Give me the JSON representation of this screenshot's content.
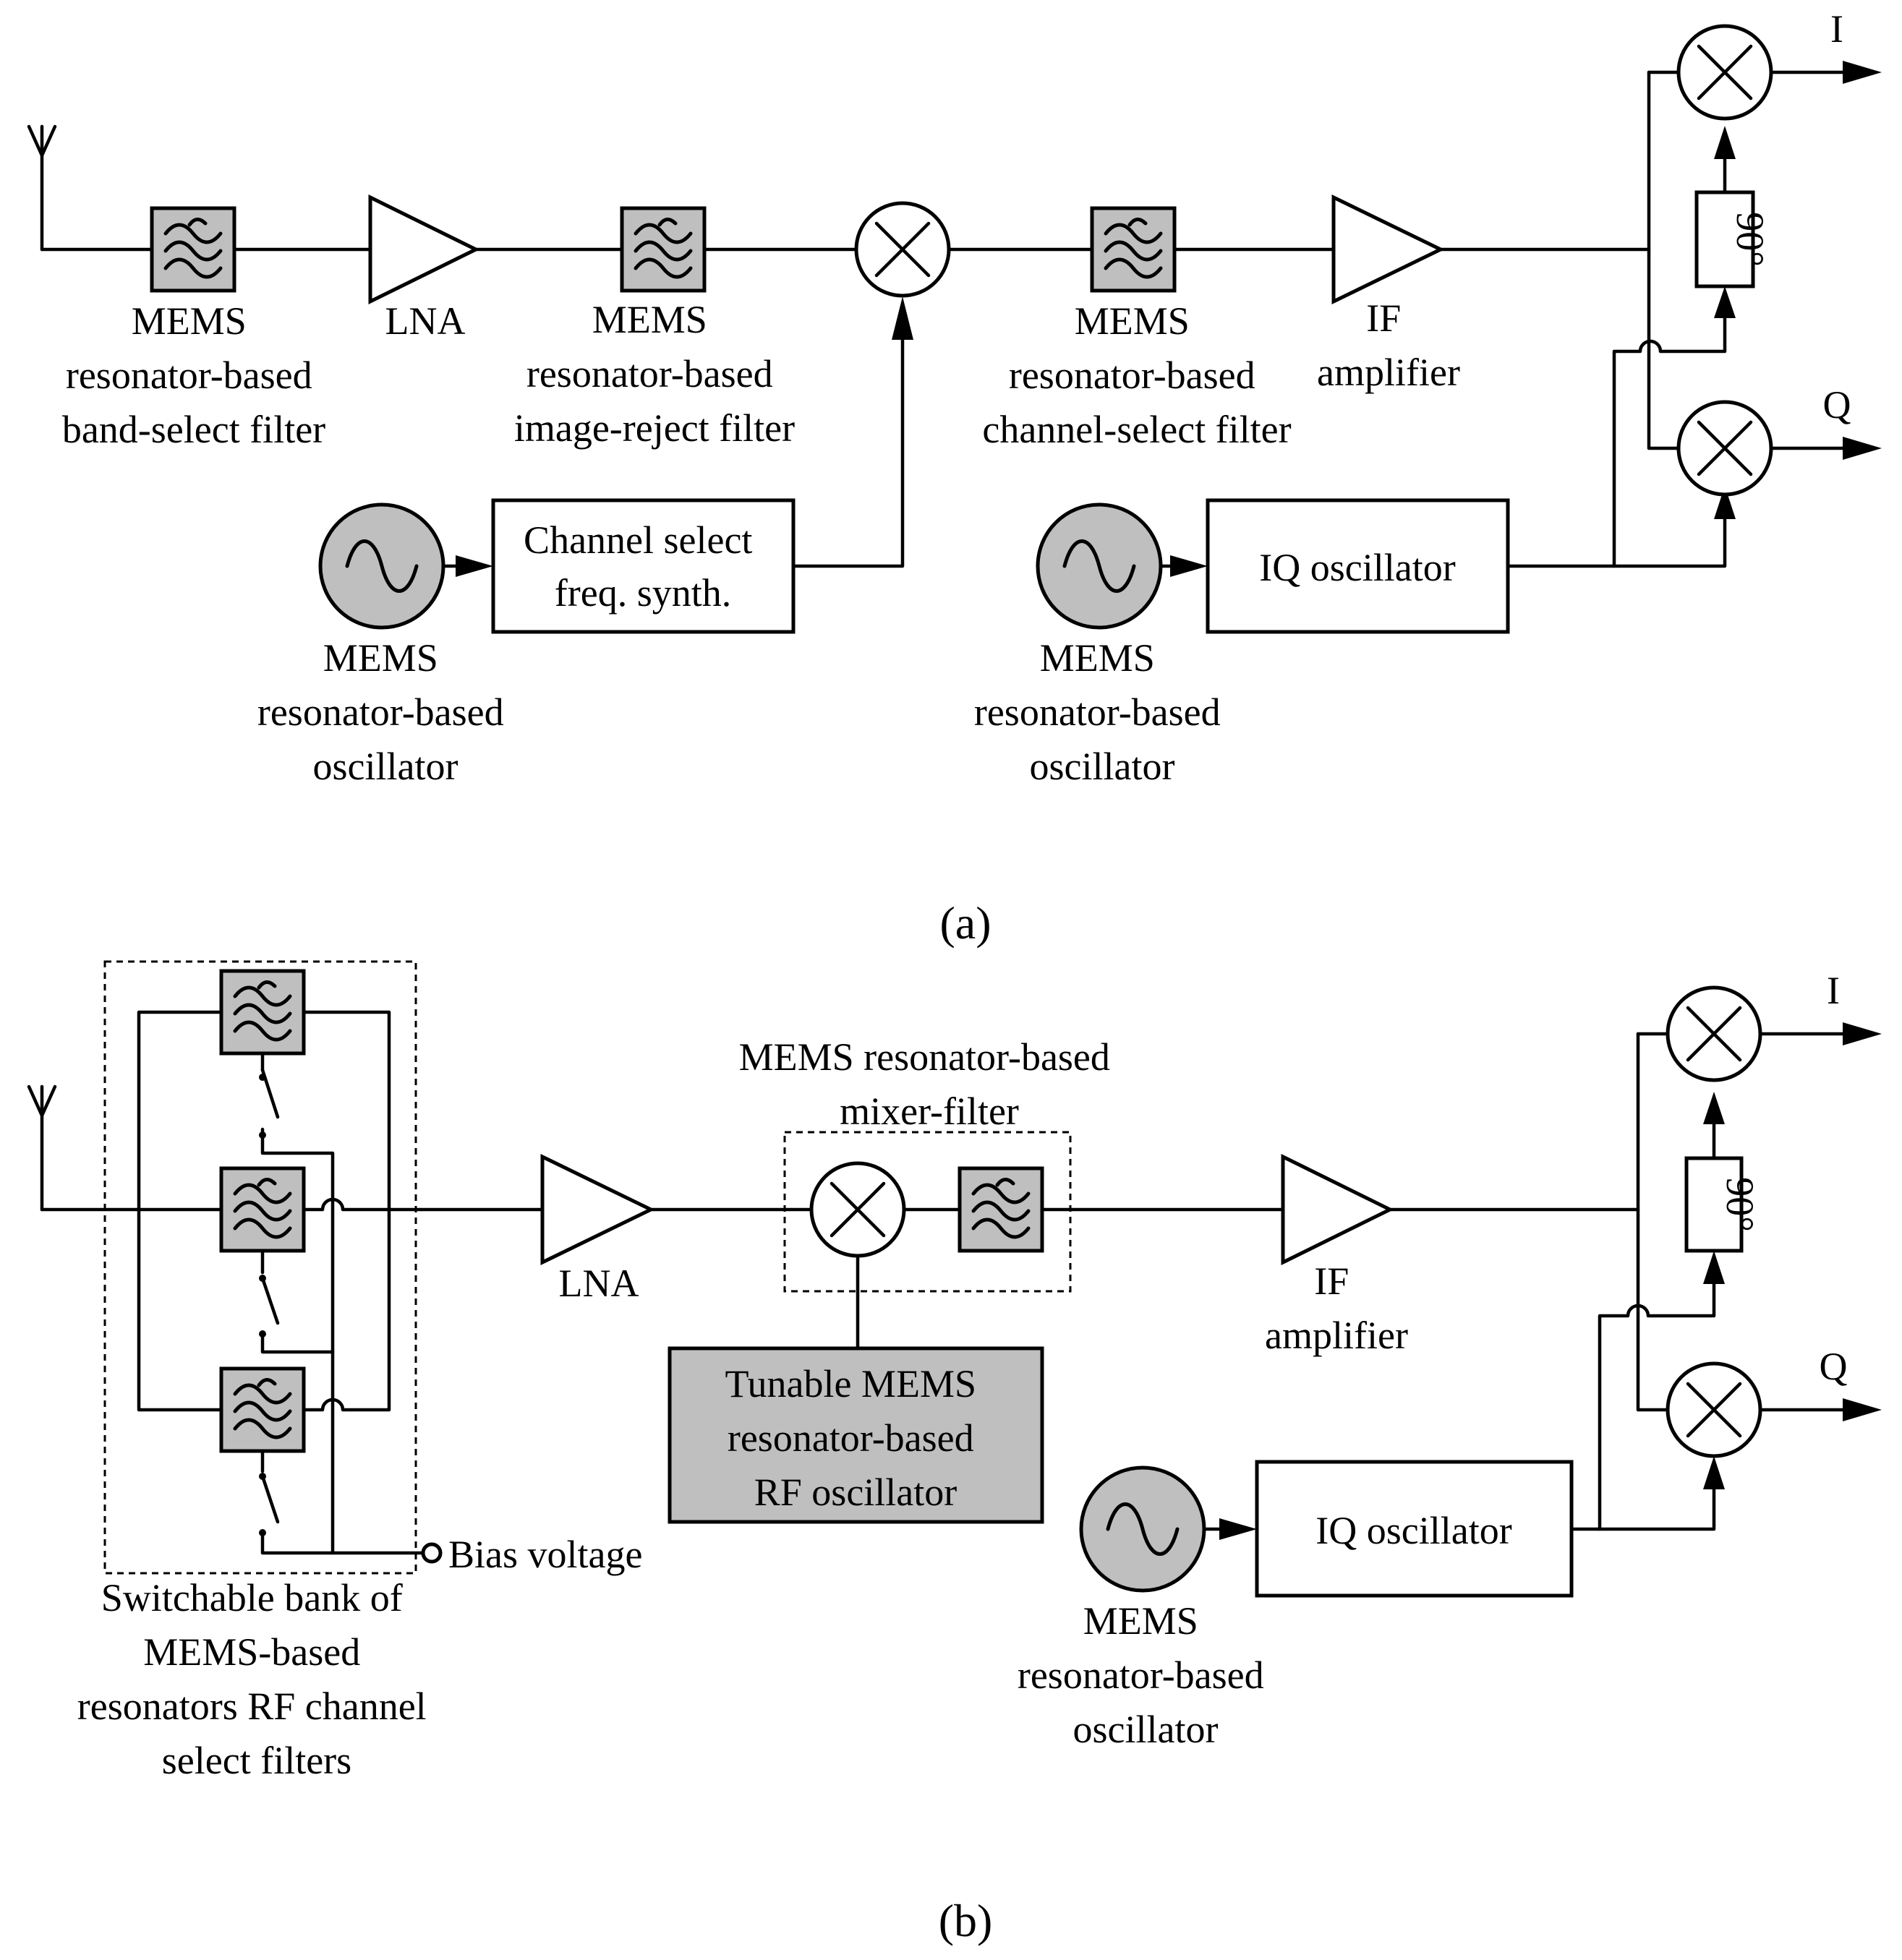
{
  "panel_a": {
    "caption": "(a)",
    "bandselect_filter_label": [
      "MEMS",
      "resonator-based",
      "band-select filter"
    ],
    "lna_label": "LNA",
    "imagereject_filter_label": [
      "MEMS",
      "resonator-based",
      "image-reject filter"
    ],
    "channelselect_filter_label": [
      "MEMS",
      "resonator-based",
      "channel-select filter"
    ],
    "if_amplifier_label": [
      "IF",
      "amplifier"
    ],
    "freq_synth_box": [
      "Channel select",
      "freq. synth."
    ],
    "iq_oscillator_box": "IQ oscillator",
    "left_oscillator_label": [
      "MEMS",
      "resonator-based",
      "oscillator"
    ],
    "right_oscillator_label": [
      "MEMS",
      "resonator-based",
      "oscillator"
    ],
    "phase_shift": "90°",
    "output_i": "I",
    "output_q": "Q"
  },
  "panel_b": {
    "caption": "(b)",
    "filter_bank_label": [
      "Switchable bank of",
      "MEMS-based",
      "resonators RF channel",
      "select filters"
    ],
    "bias_label": "Bias voltage",
    "lna_label": "LNA",
    "mixer_filter_label": [
      "MEMS resonator-based",
      "mixer-filter"
    ],
    "rf_oscillator_box": [
      "Tunable MEMS",
      "resonator-based",
      "RF oscillator"
    ],
    "if_amplifier_label": [
      "IF",
      "amplifier"
    ],
    "iq_oscillator_box": "IQ oscillator",
    "oscillator_label": [
      "MEMS",
      "resonator-based",
      "oscillator"
    ],
    "phase_shift": "90°",
    "output_i": "I",
    "output_q": "Q"
  }
}
